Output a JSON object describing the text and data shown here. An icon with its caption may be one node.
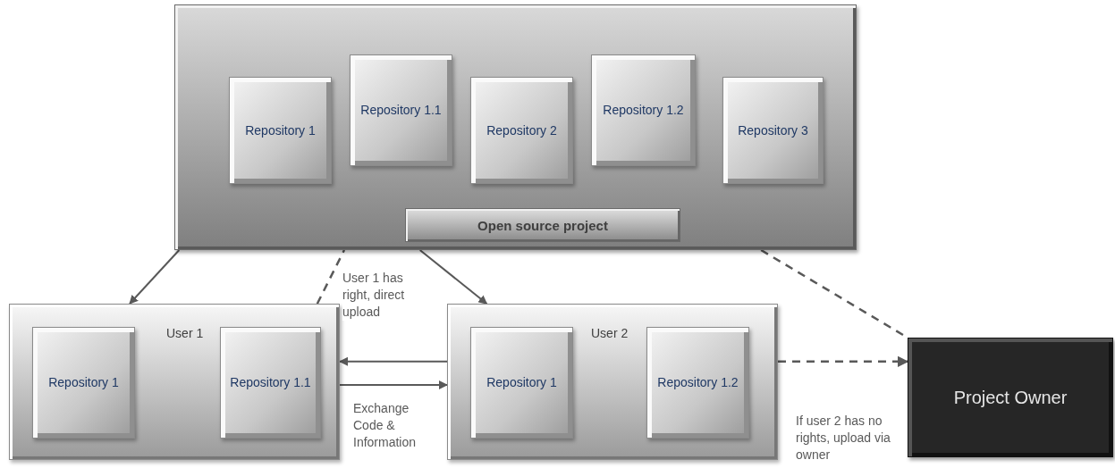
{
  "diagram": {
    "nodes": [
      {
        "text": [],
        "shape": "box"
      },
      {
        "text": [
          "Repository 1"
        ],
        "in": 0
      },
      {
        "text": [
          "Repository 1.1"
        ],
        "in": 0
      },
      {
        "text": [
          "Repository 2"
        ],
        "in": 0
      },
      {
        "text": [
          "Repository 1.2"
        ],
        "in": 0
      },
      {
        "text": [
          "Repository 3"
        ],
        "in": 0
      },
      {
        "text": [
          "Open source project"
        ],
        "in": 0
      },
      {
        "text": [
          "User 1"
        ]
      },
      {
        "text": [
          "Repository 1"
        ],
        "in": 7
      },
      {
        "text": [
          "Repository 1.1"
        ],
        "in": 7
      },
      {
        "text": [
          "User 2"
        ]
      },
      {
        "text": [
          "Repository 1"
        ],
        "in": 10
      },
      {
        "text": [
          "Repository 1.2"
        ],
        "in": 10
      },
      {
        "text": [
          "Project Owner"
        ]
      }
    ],
    "edges": [
      {
        "from": 0,
        "to": 7,
        "arrow": "to"
      },
      {
        "from": 0,
        "to": 10,
        "arrow": "to"
      },
      {
        "from": 7,
        "to": 0,
        "arrow": "none",
        "style": "dashed",
        "label": "User 1 has right, direct upload"
      },
      {
        "from": 10,
        "to": 7,
        "arrow": "to"
      },
      {
        "from": 7,
        "to": 10,
        "arrow": "to",
        "label": "Exchange Code & Information"
      },
      {
        "from": 10,
        "to": 13,
        "arrow": "to",
        "style": "dashed",
        "label": "If user 2 has no rights, upload via owner"
      },
      {
        "from": 0,
        "to": 13,
        "arrow": "none",
        "style": "dashed"
      }
    ]
  }
}
